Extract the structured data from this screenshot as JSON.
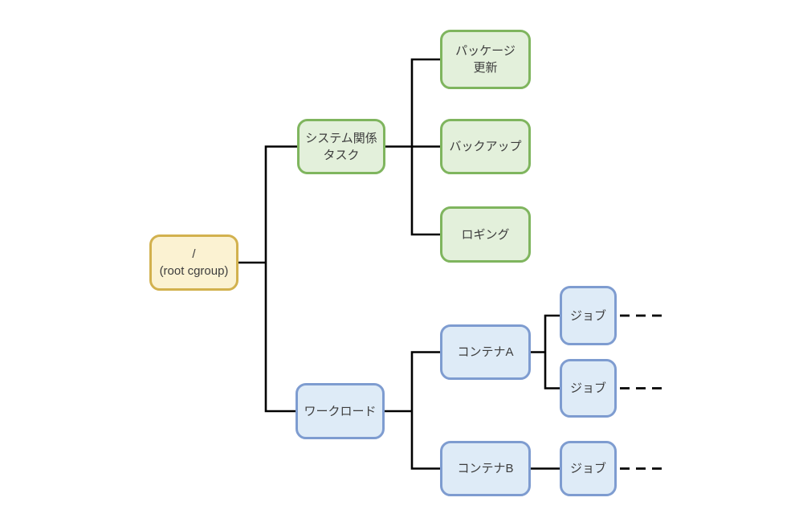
{
  "diagram": {
    "type": "tree",
    "background_color": "#ffffff",
    "connector_color": "#000000",
    "text_color": "#3d3d3d",
    "palette": {
      "root_fill": "#FBF2D2",
      "root_border": "#D2B14E",
      "system_fill": "#E3F0DB",
      "system_border": "#7FB55E",
      "workload_fill": "#DEEBF7",
      "workload_border": "#7E9CD0"
    },
    "nodes": [
      {
        "id": "root",
        "lines": [
          "/",
          "(root cgroup)"
        ],
        "label": "/ (root cgroup)",
        "fill": "#FBF2D2",
        "border": "#D2B14E"
      },
      {
        "id": "system-tasks",
        "lines": [
          "システム関係",
          "タスク"
        ],
        "label": "システム関係タスク",
        "fill": "#E3F0DB",
        "border": "#7FB55E"
      },
      {
        "id": "package-update",
        "lines": [
          "パッケージ",
          "更新"
        ],
        "label": "パッケージ更新",
        "fill": "#E3F0DB",
        "border": "#7FB55E"
      },
      {
        "id": "backup",
        "lines": [
          "バックアップ"
        ],
        "label": "バックアップ",
        "fill": "#E3F0DB",
        "border": "#7FB55E"
      },
      {
        "id": "logging",
        "lines": [
          "ロギング"
        ],
        "label": "ロギング",
        "fill": "#E3F0DB",
        "border": "#7FB55E"
      },
      {
        "id": "workload",
        "lines": [
          "ワークロード"
        ],
        "label": "ワークロード",
        "fill": "#DEEBF7",
        "border": "#7E9CD0"
      },
      {
        "id": "container-a",
        "lines": [
          "コンテナA"
        ],
        "label": "コンテナA",
        "fill": "#DEEBF7",
        "border": "#7E9CD0"
      },
      {
        "id": "container-b",
        "lines": [
          "コンテナB"
        ],
        "label": "コンテナB",
        "fill": "#DEEBF7",
        "border": "#7E9CD0"
      },
      {
        "id": "job-1",
        "lines": [
          "ジョブ"
        ],
        "label": "ジョブ",
        "fill": "#DEEBF7",
        "border": "#7E9CD0"
      },
      {
        "id": "job-2",
        "lines": [
          "ジョブ"
        ],
        "label": "ジョブ",
        "fill": "#DEEBF7",
        "border": "#7E9CD0"
      },
      {
        "id": "job-3",
        "lines": [
          "ジョブ"
        ],
        "label": "ジョブ",
        "fill": "#DEEBF7",
        "border": "#7E9CD0"
      }
    ],
    "edges": [
      [
        "root",
        "system-tasks"
      ],
      [
        "root",
        "workload"
      ],
      [
        "system-tasks",
        "package-update"
      ],
      [
        "system-tasks",
        "backup"
      ],
      [
        "system-tasks",
        "logging"
      ],
      [
        "workload",
        "container-a"
      ],
      [
        "workload",
        "container-b"
      ],
      [
        "container-a",
        "job-1"
      ],
      [
        "container-a",
        "job-2"
      ],
      [
        "container-b",
        "job-3"
      ]
    ],
    "continuation_edges": [
      "job-1",
      "job-2",
      "job-3"
    ]
  }
}
